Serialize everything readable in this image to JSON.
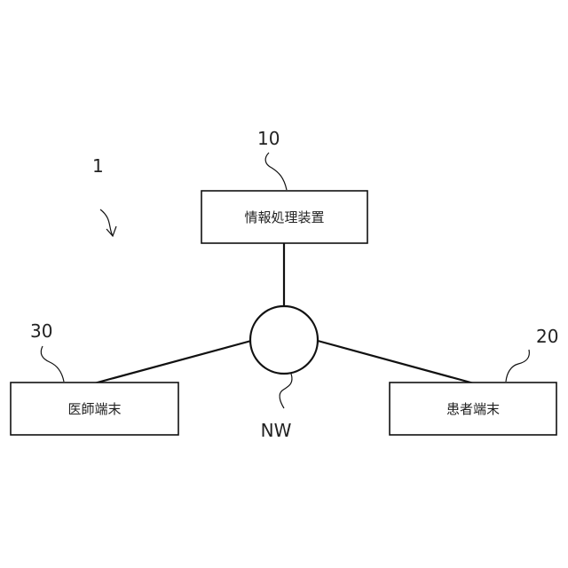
{
  "system": {
    "ref": "1"
  },
  "nodes": {
    "info_device": {
      "label": "情報処理装置",
      "ref": "10"
    },
    "patient_terminal": {
      "label": "患者端末",
      "ref": "20"
    },
    "doctor_terminal": {
      "label": "医師端末",
      "ref": "30"
    }
  },
  "network": {
    "label": "NW"
  },
  "colors": {
    "stroke": "#111111",
    "text": "#222222",
    "background": "#ffffff"
  }
}
